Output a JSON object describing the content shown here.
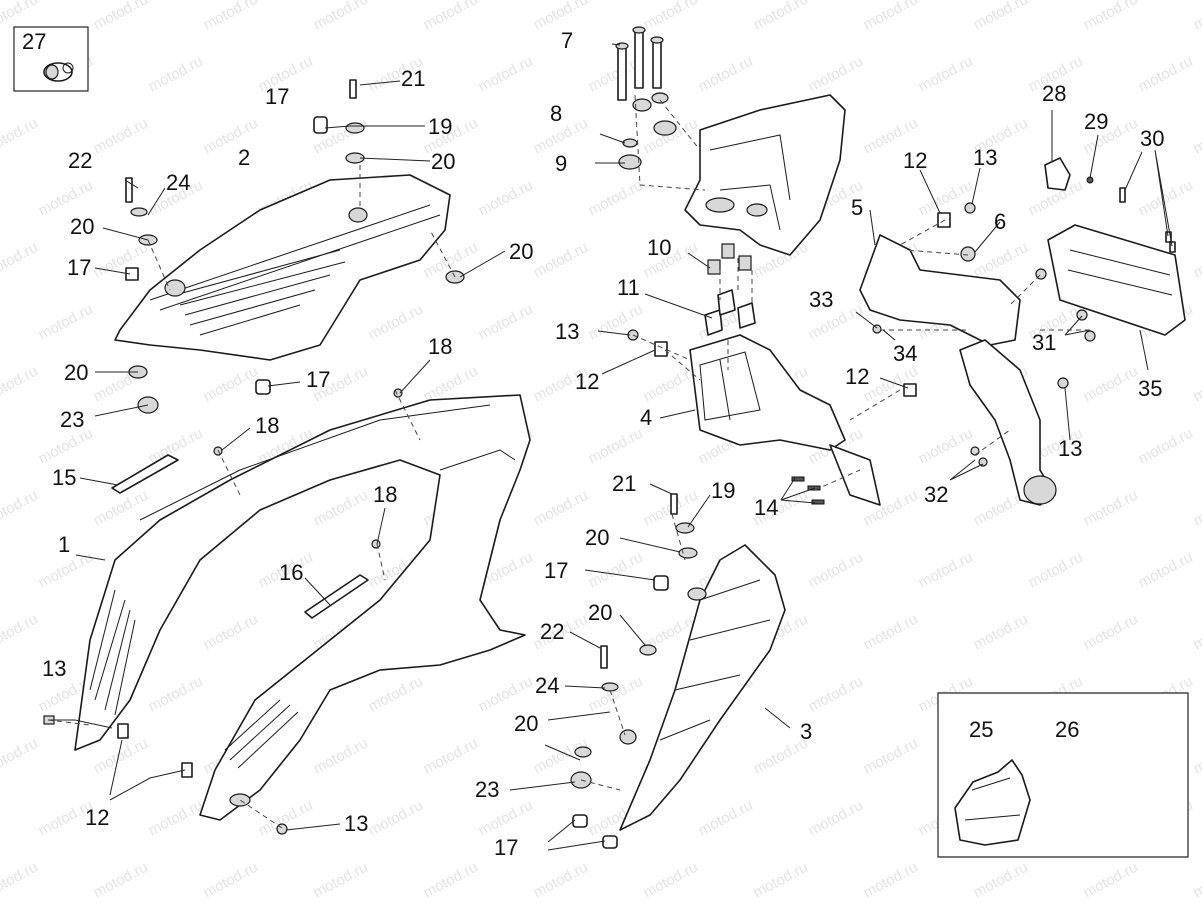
{
  "watermark": "motod.ru",
  "diagram": {
    "callouts": [
      "1",
      "2",
      "3",
      "4",
      "5",
      "6",
      "7",
      "8",
      "9",
      "10",
      "11",
      "12",
      "13",
      "14",
      "15",
      "16",
      "17",
      "18",
      "19",
      "20",
      "21",
      "22",
      "23",
      "24",
      "25",
      "26",
      "27",
      "28",
      "29",
      "30",
      "31",
      "32",
      "33",
      "34",
      "35"
    ]
  },
  "labels": {
    "l27": "27",
    "l21a": "21",
    "l17a": "17",
    "l19a": "19",
    "l2": "2",
    "l20a": "20",
    "l22a": "22",
    "l24a": "24",
    "l20b": "20",
    "l17b": "17",
    "l20c": "20",
    "l20d": "20",
    "l23a": "23",
    "l17c": "17",
    "l18a": "18",
    "l18b": "18",
    "l15": "15",
    "l18c": "18",
    "l1": "1",
    "l16": "16",
    "l13a": "13",
    "l12a": "12",
    "l13b": "13",
    "l7": "7",
    "l8": "8",
    "l9": "9",
    "l10": "10",
    "l11": "11",
    "l13c": "13",
    "l12b": "12",
    "l4": "4",
    "l21b": "21",
    "l19b": "19",
    "l20e": "20",
    "l17d": "17",
    "l20f": "20",
    "l22b": "22",
    "l24b": "24",
    "l20g": "20",
    "l23b": "23",
    "l17e": "17",
    "l3": "3",
    "l12c": "12",
    "l13d": "13",
    "l5": "5",
    "l6": "6",
    "l33": "33",
    "l34": "34",
    "l12d": "12",
    "l14": "14",
    "l28": "28",
    "l29": "29",
    "l30": "30",
    "l31": "31",
    "l35": "35",
    "l13e": "13",
    "l32": "32",
    "l25": "25",
    "l26": "26"
  }
}
